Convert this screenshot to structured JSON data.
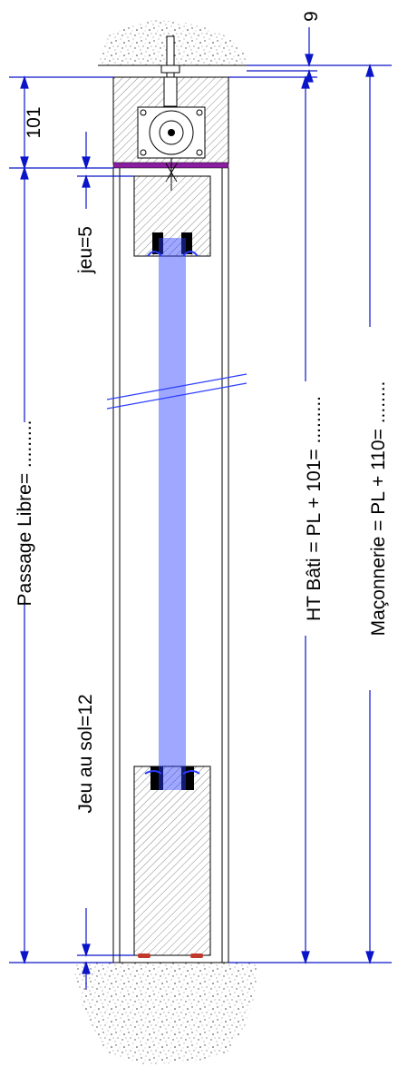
{
  "labels": {
    "top_gap": "9",
    "lintel_height": "101",
    "clearance": "jeu=5",
    "passage_libre": "Passage Libre= .........",
    "floor_gap": "Jeu au sol=12",
    "frame_height": "HT Bâti = PL + 101= .........",
    "masonry_height": "Maçonnerie = PL + 110= ........"
  },
  "colors": {
    "dimension_line": "#0a14c8",
    "slat": "#2a3cff",
    "seal": "#8a1ea0",
    "hatch": "#7a7a7a",
    "hardware": "#c0392b"
  }
}
